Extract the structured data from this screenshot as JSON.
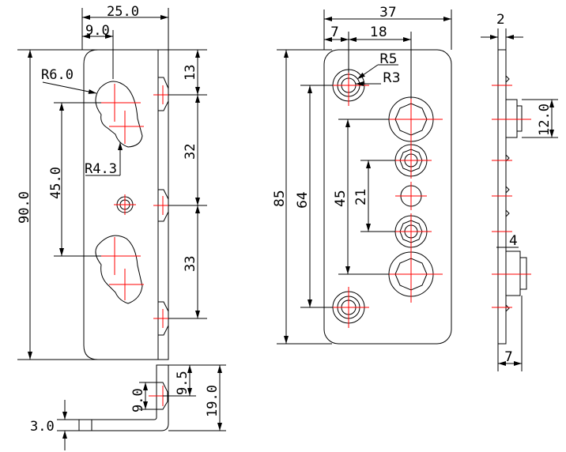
{
  "colors": {
    "outline": "#000000",
    "centerline": "#ff0000",
    "background": "#ffffff"
  },
  "view_left": {
    "width": "25.0",
    "hole_offset": "9.0",
    "height": "90.0",
    "hole_spacing": "45.0",
    "radius_large": "R6.0",
    "radius_small": "R4.3",
    "pitch_top": "13",
    "pitch_mid": "32",
    "pitch_bottom": "33"
  },
  "view_bottom": {
    "thickness": "3.0",
    "flange_height": "19.0",
    "hole_height": "9.5",
    "hole_diameter": "9.0"
  },
  "view_middle": {
    "width": "37",
    "edge_offset": "7",
    "column_offset": "18",
    "radius_outer": "R5",
    "radius_inner": "R3",
    "height": "85",
    "hole_spacing_outer": "64",
    "hole_spacing_mid": "45",
    "hole_spacing_inner": "21"
  },
  "view_right": {
    "thickness": "2",
    "boss_diameter": "12.0",
    "boss_offset": "4",
    "boss_depth": "7"
  }
}
